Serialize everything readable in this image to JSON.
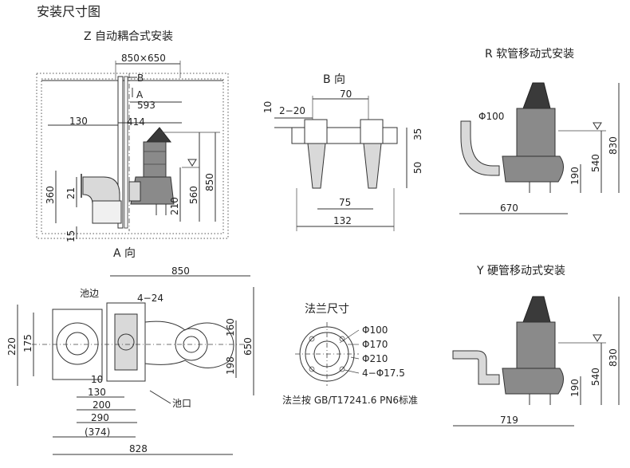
{
  "title": "安装尺寸图",
  "z_install": {
    "title": "Z 自动耦合式安装",
    "pit_size": "850×650",
    "d_593": "593",
    "d_414": "414",
    "d_130": "130",
    "d_360": "360",
    "d_21": "21",
    "d_15": "15",
    "d_560": "560",
    "d_850": "850",
    "d_210": "210",
    "label_a": "A",
    "label_b": "B"
  },
  "b_view": {
    "title": "B 向",
    "d_10": "10",
    "d_2_20": "2−20",
    "d_70": "70",
    "d_35": "35",
    "d_50": "50",
    "d_75": "75",
    "d_132": "132"
  },
  "r_install": {
    "title": "R 软管移动式安装",
    "d_phi100": "Φ100",
    "d_540": "540",
    "d_830": "830",
    "d_190": "190",
    "d_670": "670"
  },
  "a_view": {
    "title": "A 向",
    "pit_edge": "池边",
    "pit_mouth": "池口",
    "d_850": "850",
    "d_4_24": "4−24",
    "d_220": "220",
    "d_175": "175",
    "d_160": "160",
    "d_198": "198",
    "d_650": "650",
    "d_10": "10",
    "d_130": "130",
    "d_200": "200",
    "d_290": "290",
    "d_374": "(374)",
    "d_828": "828"
  },
  "flange": {
    "title": "法兰尺寸",
    "d_100": "Φ100",
    "d_170": "Φ170",
    "d_210": "Φ210",
    "d_bolts": "4−Φ17.5",
    "standard": "法兰按 GB/T17241.6 PN6标准"
  },
  "y_install": {
    "title": "Y 硬管移动式安装",
    "d_540": "540",
    "d_830": "830",
    "d_190": "190",
    "d_719": "719"
  }
}
